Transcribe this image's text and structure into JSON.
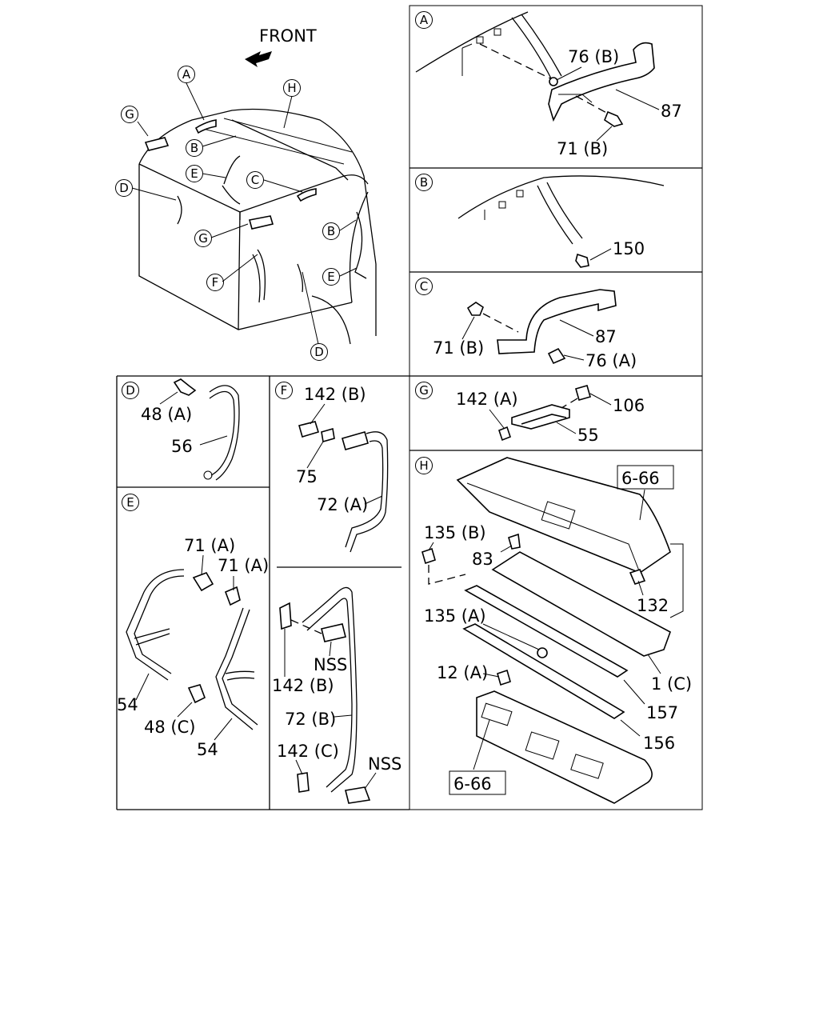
{
  "overview": {
    "front_label": "FRONT",
    "callouts": [
      "A",
      "B",
      "C",
      "D",
      "E",
      "F",
      "G",
      "H"
    ]
  },
  "panels": {
    "A": {
      "id": "A",
      "labels": [
        "76 (B)",
        "87",
        "71 (B)"
      ]
    },
    "B": {
      "id": "B",
      "labels": [
        "150"
      ]
    },
    "C": {
      "id": "C",
      "labels": [
        "71 (B)",
        "87",
        "76 (A)"
      ]
    },
    "D": {
      "id": "D",
      "labels": [
        "48 (A)",
        "56"
      ]
    },
    "E": {
      "id": "E",
      "labels": [
        "71 (A)",
        "71 (A)",
        "54",
        "48 (C)",
        "54"
      ]
    },
    "F": {
      "id": "F",
      "labels": [
        "142 (B)",
        "75",
        "72 (A)",
        "NSS",
        "142 (B)",
        "72 (B)",
        "142 (C)",
        "NSS"
      ]
    },
    "G": {
      "id": "G",
      "labels": [
        "142 (A)",
        "106",
        "55"
      ]
    },
    "H": {
      "id": "H",
      "labels": [
        "6-66",
        "135 (B)",
        "83",
        "132",
        "135 (A)",
        "12 (A)",
        "1 (C)",
        "157",
        "156",
        "6-66"
      ]
    }
  }
}
